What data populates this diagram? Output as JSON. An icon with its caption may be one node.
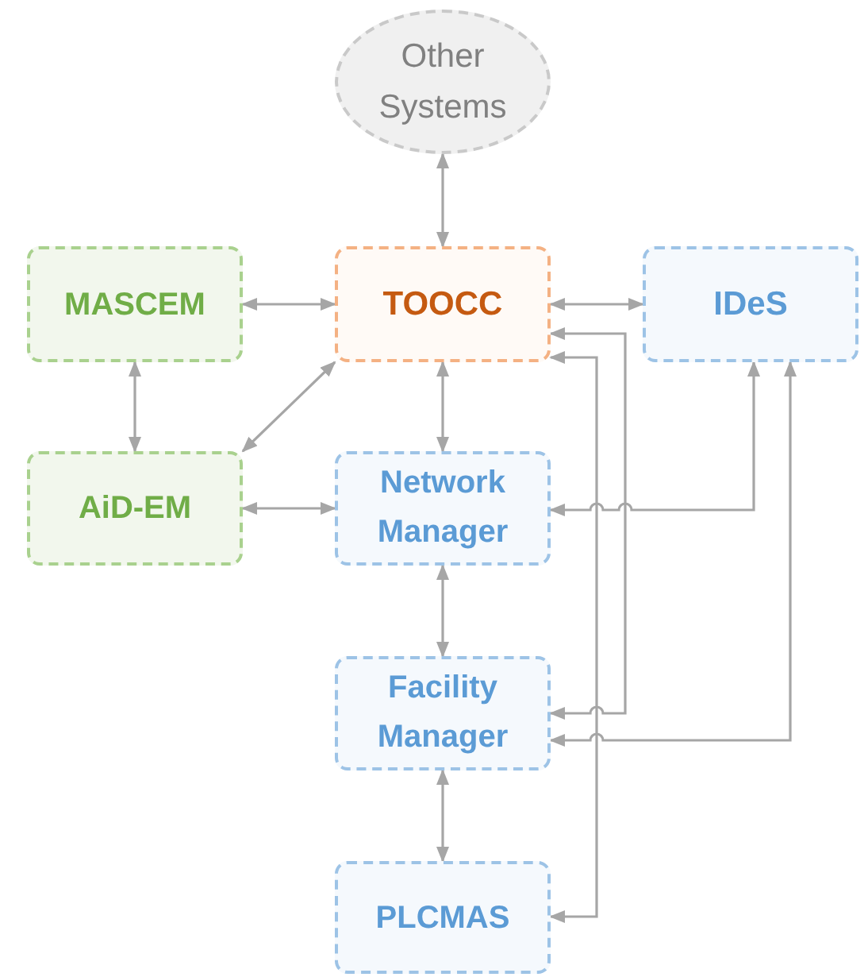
{
  "diagram": {
    "nodes": [
      {
        "text": [
          "Other Systems"
        ]
      },
      {
        "text": [
          "TOOCC"
        ]
      },
      {
        "text": [
          "MASCEM"
        ]
      },
      {
        "text": [
          "IDeS"
        ]
      },
      {
        "text": [
          "AiD-EM"
        ]
      },
      {
        "text": [
          "Network Manager"
        ]
      },
      {
        "text": [
          "Facility Manager"
        ]
      },
      {
        "text": [
          "PLCMAS"
        ]
      }
    ],
    "edges": [
      {
        "from": 0,
        "to": 1,
        "arrow": "both"
      },
      {
        "from": 2,
        "to": 1,
        "arrow": "both"
      },
      {
        "from": 1,
        "to": 3,
        "arrow": "both"
      },
      {
        "from": 2,
        "to": 4,
        "arrow": "both"
      },
      {
        "from": 4,
        "to": 1,
        "arrow": "both"
      },
      {
        "from": 1,
        "to": 5,
        "arrow": "both"
      },
      {
        "from": 4,
        "to": 5,
        "arrow": "both"
      },
      {
        "from": 3,
        "to": 5,
        "arrow": "both"
      },
      {
        "from": 1,
        "to": 6,
        "arrow": "both"
      },
      {
        "from": 1,
        "to": 7,
        "arrow": "both"
      },
      {
        "from": 3,
        "to": 6,
        "arrow": "both"
      },
      {
        "from": 5,
        "to": 6,
        "arrow": "both"
      },
      {
        "from": 6,
        "to": 7,
        "arrow": "both"
      }
    ]
  }
}
